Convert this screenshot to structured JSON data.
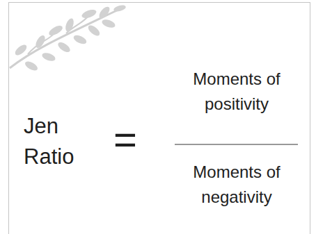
{
  "diagram": {
    "labels": [
      "Jen Ratio",
      "=",
      "Moments of positivity",
      "Moments of negativity"
    ]
  }
}
